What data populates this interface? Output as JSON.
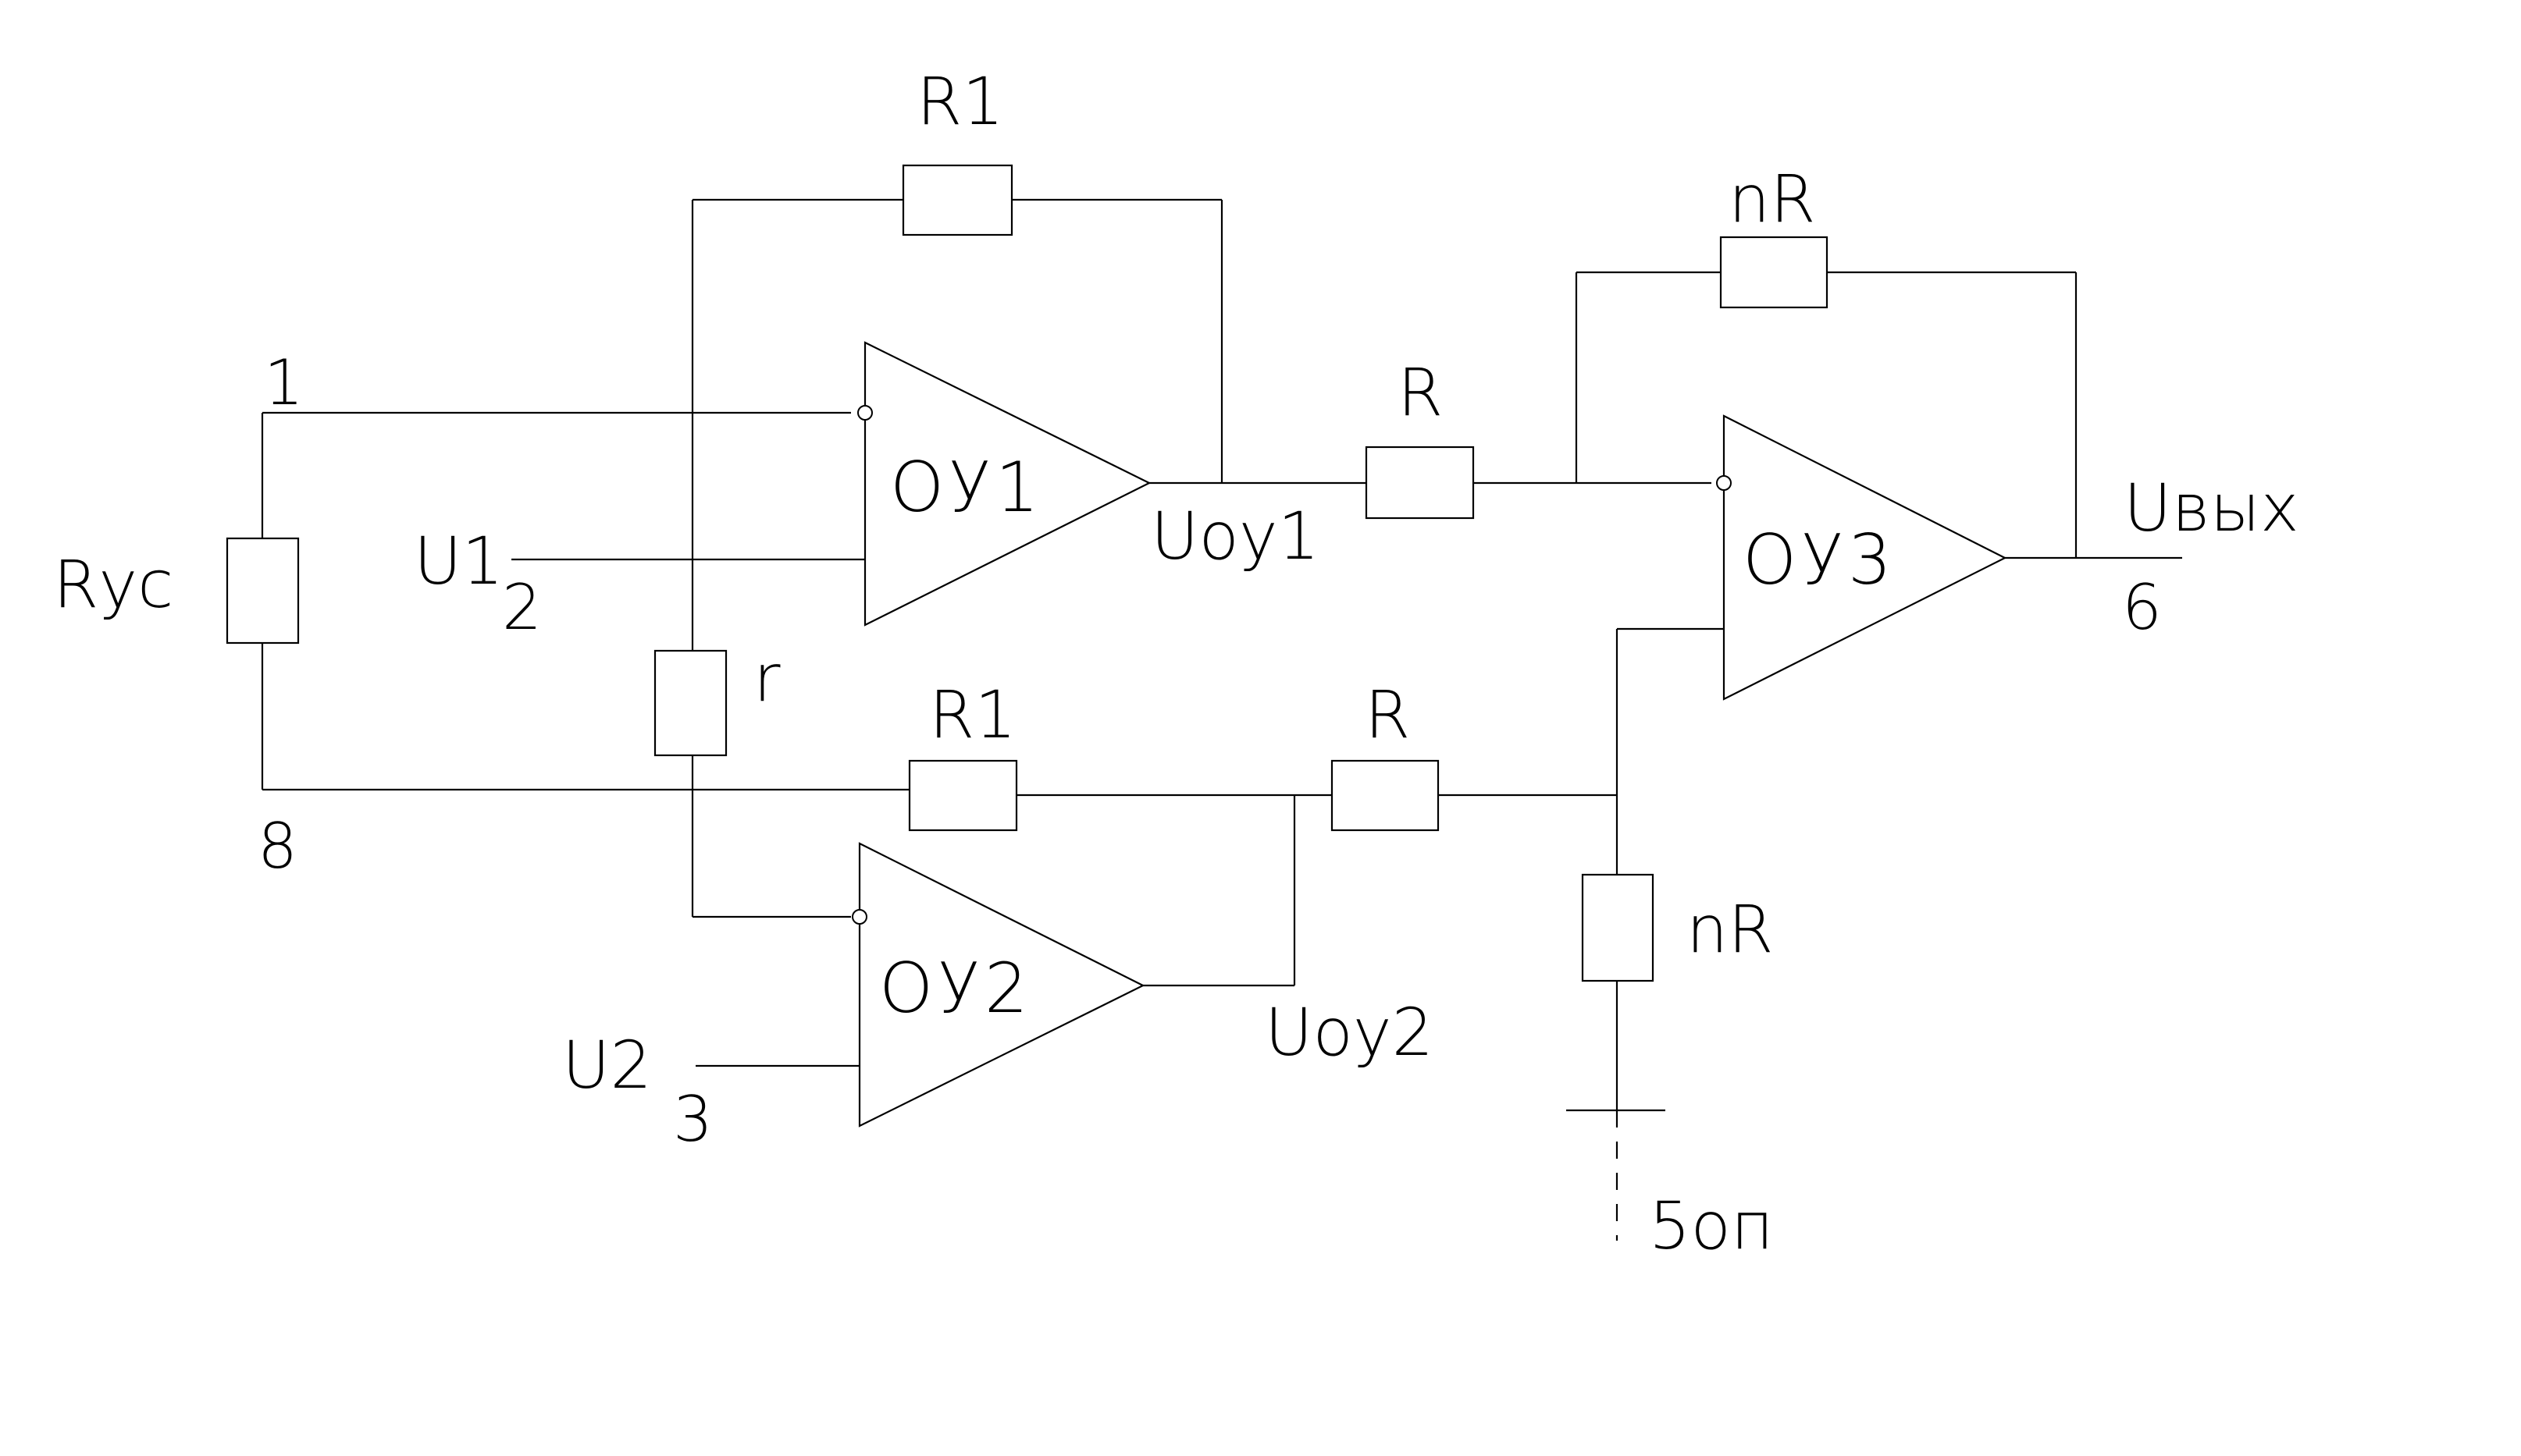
{
  "resistors": {
    "r1_top": "R1",
    "r1_bottom": "R1",
    "r_top": "R",
    "r_bottom": "R",
    "nr_top": "nR",
    "nr_bottom": "nR",
    "r_gain": "r",
    "r_us": "Rус"
  },
  "amplifiers": {
    "oa1": "ОУ1",
    "oa2": "ОУ2",
    "oa3": "ОУ3"
  },
  "signals": {
    "u1": "U1",
    "u2": "U2",
    "uoa1": "Uоу1",
    "uoa2": "Uоу2",
    "uout": "Uвых",
    "ref": "5оп"
  },
  "pins": {
    "pin1": "1",
    "pin2": "2",
    "pin3": "3",
    "pin6": "6",
    "pin8": "8"
  }
}
